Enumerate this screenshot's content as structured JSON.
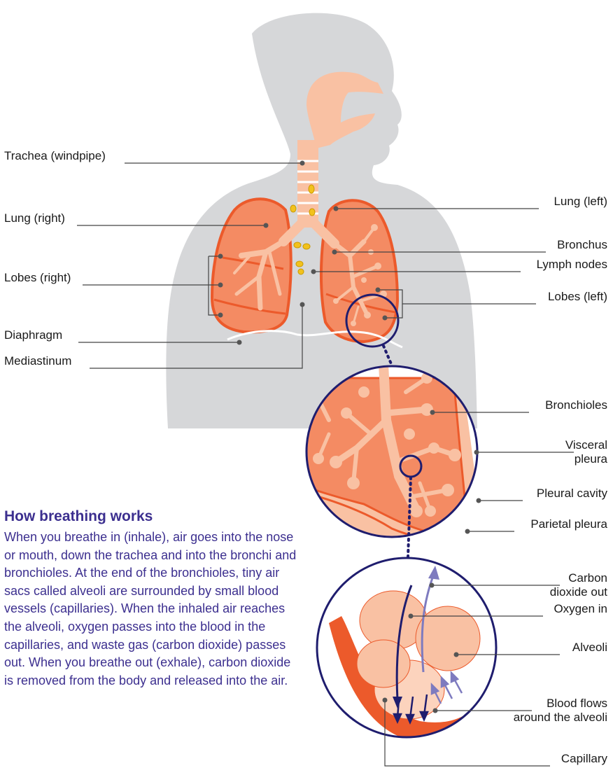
{
  "labels": {
    "trachea": "Trachea (windpipe)",
    "lung_right": "Lung (right)",
    "lobes_right": "Lobes (right)",
    "diaphragm": "Diaphragm",
    "mediastinum": "Mediastinum",
    "lung_left": "Lung (left)",
    "bronchus": "Bronchus",
    "lymph_nodes": "Lymph nodes",
    "lobes_left": "Lobes (left)",
    "bronchioles": "Bronchioles",
    "visceral_pleura": "Visceral\npleura",
    "pleural_cavity": "Pleural cavity",
    "parietal_pleura": "Parietal pleura",
    "co2_out": "Carbon\ndioxide out",
    "oxygen_in": "Oxygen in",
    "alveoli": "Alveoli",
    "blood_flows": "Blood flows\naround the alveoli",
    "capillary": "Capillary"
  },
  "text": {
    "heading": "How breathing works",
    "paragraph": "When you breathe in (inhale), air goes into the nose or mouth, down the trachea and into the bronchi and bronchioles. At the end of the bronchioles, tiny air sacs called alveoli are surrounded by small blood vessels (capillaries). When the inhaled air reaches the alveoli, oxygen passes into the blood in the capillaries, and waste gas (carbon dioxide) passes out. When you breathe out (exhale), carbon dioxide is removed from the body and released into the air."
  },
  "colors": {
    "body": "#d6d7d9",
    "lung_fill": "#f48b63",
    "lung_edge": "#ec5a2b",
    "airway": "#f9c1a3",
    "lymph": "#f2c21d",
    "ring": "#1f1d6e",
    "text_accent": "#3c2f8f",
    "oxygen_arrow": "#7e7bbf"
  }
}
